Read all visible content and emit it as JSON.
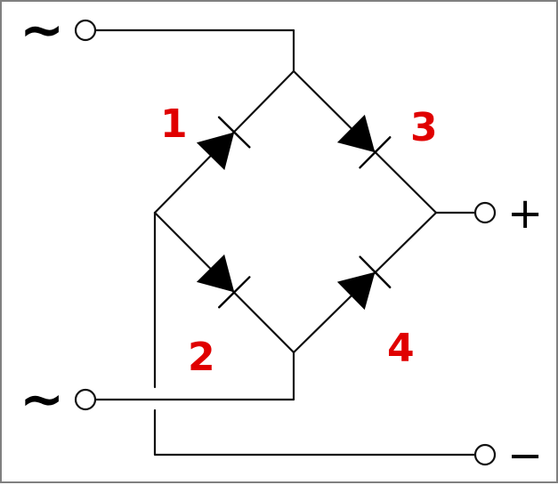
{
  "diagram": {
    "terminals": {
      "ac_top": "~",
      "ac_bottom": "~",
      "dc_positive": "+",
      "dc_negative": "−"
    },
    "diodes": [
      {
        "id": "1",
        "label": "1"
      },
      {
        "id": "3",
        "label": "3"
      },
      {
        "id": "2",
        "label": "2"
      },
      {
        "id": "4",
        "label": "4"
      }
    ],
    "colors": {
      "wire": "#111111",
      "diode": "#000000",
      "diode_label": "#e00000",
      "frame_border": "#808080"
    }
  }
}
